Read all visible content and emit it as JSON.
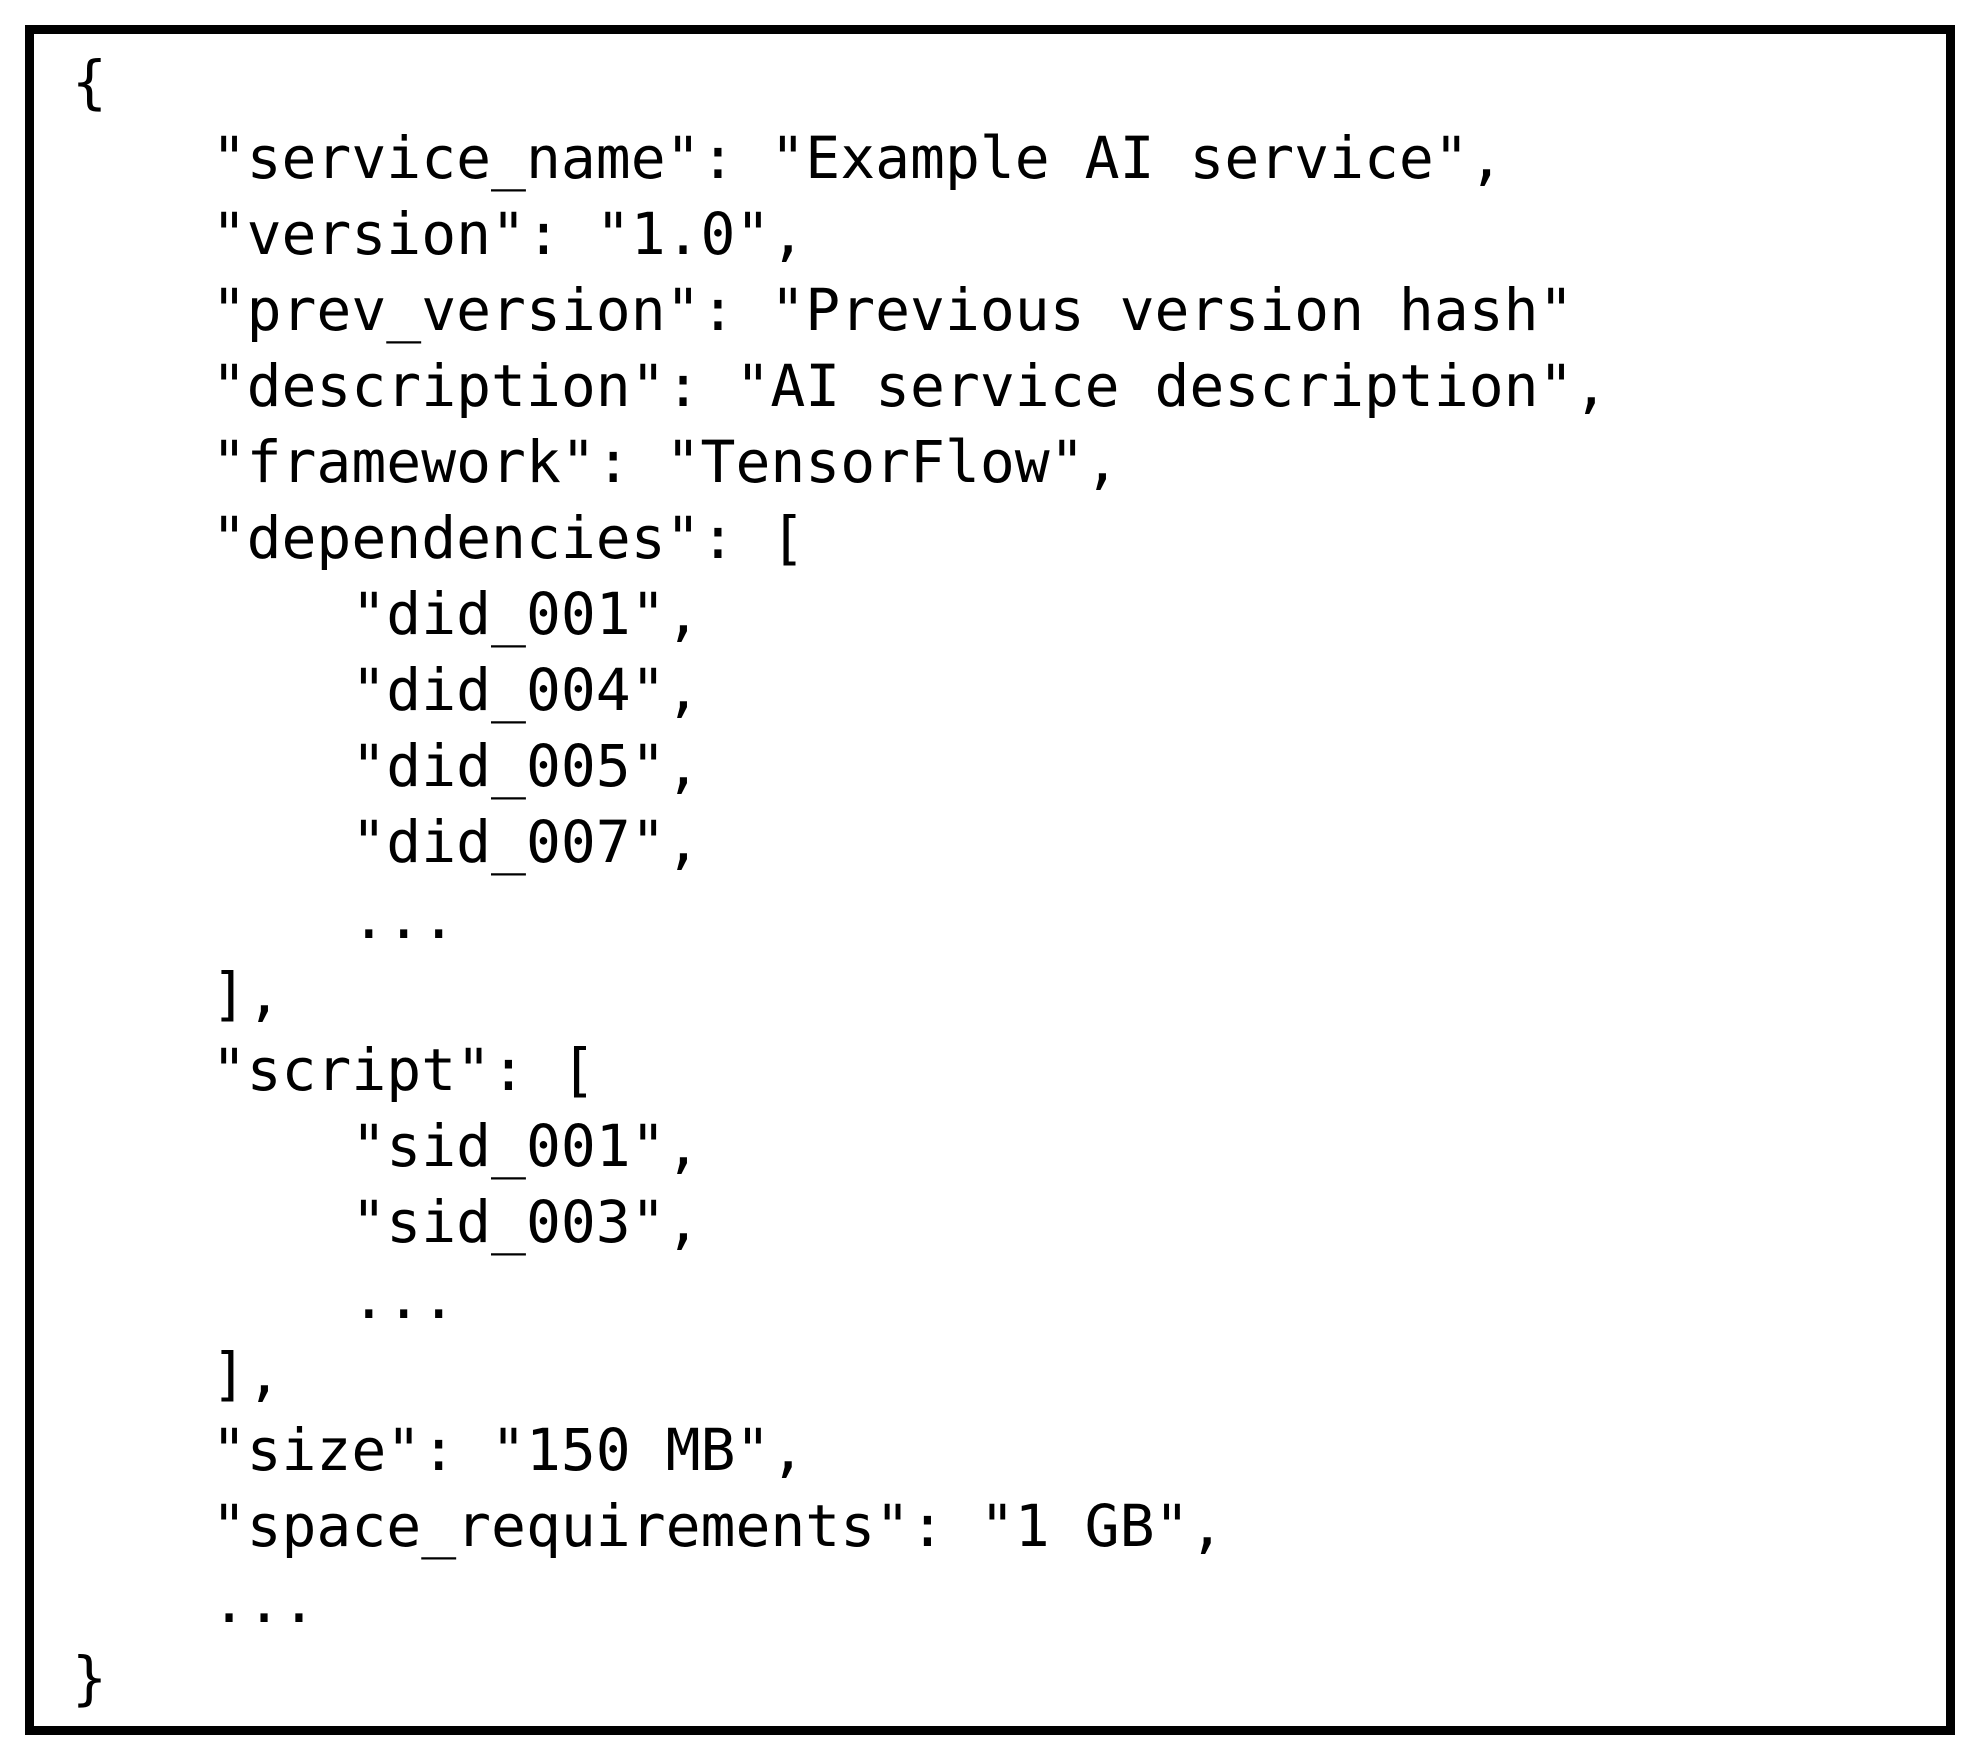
{
  "figure": {
    "type": "code-listing",
    "language": "json",
    "colors": {
      "background": "#ffffff",
      "frame_border": "#000000",
      "text": "#000000"
    }
  },
  "code_block": {
    "lines": [
      "{",
      "    \"service_name\": \"Example AI service\",",
      "    \"version\": \"1.0\",",
      "    \"prev_version\": \"Previous version hash\"",
      "    \"description\": \"AI service description\",",
      "    \"framework\": \"TensorFlow\",",
      "    \"dependencies\": [",
      "        \"did_001\",",
      "        \"did_004\",",
      "        \"did_005\",",
      "        \"did_007\",",
      "        ...",
      "    ],",
      "    \"script\": [",
      "        \"sid_001\",",
      "        \"sid_003\",",
      "        ...",
      "    ],",
      "    \"size\": \"150 MB\",",
      "    \"space_requirements\": \"1 GB\",",
      "    ...",
      "}"
    ],
    "fields": {
      "service_name": "Example AI service",
      "version": "1.0",
      "prev_version": "Previous version hash",
      "description": "AI service description",
      "framework": "TensorFlow",
      "dependencies": [
        "did_001",
        "did_004",
        "did_005",
        "did_007"
      ],
      "script": [
        "sid_001",
        "sid_003"
      ],
      "size": "150 MB",
      "space_requirements": "1 GB"
    }
  }
}
